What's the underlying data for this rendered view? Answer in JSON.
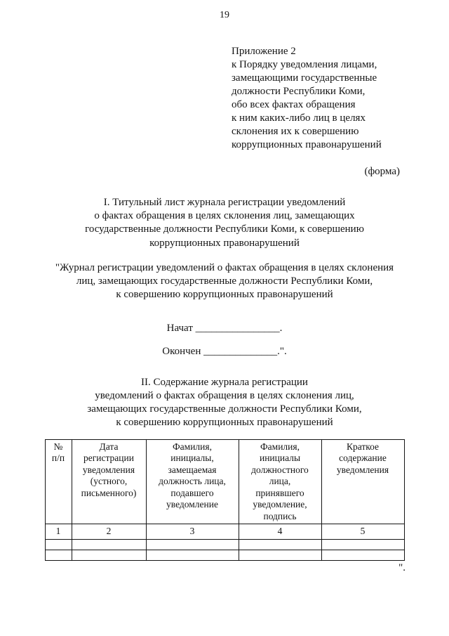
{
  "page_number": "19",
  "appendix": {
    "text": "Приложение 2\nк Порядку уведомления лицами,\nзамещающими государственные\nдолжности Республики Коми,\nобо всех фактах обращения\nк ним каких-либо лиц в целях\nсклонения их к совершению\nкоррупционных правонарушений",
    "form_label": "(форма)"
  },
  "section1": {
    "title": "I. Титульный лист журнала регистрации уведомлений\nо фактах обращения в целях склонения лиц, замещающих\nгосударственные должности Республики Коми, к совершению\nкоррупционных правонарушений",
    "journal_title": "\"Журнал регистрации уведомлений о фактах обращения в целях склонения\nлиц, замещающих государственные должности Республики Коми,\nк совершению коррупционных правонарушений",
    "started_line": "Начат ________________.",
    "finished_line": "Окончен ______________.\"."
  },
  "section2": {
    "title": "II. Содержание журнала регистрации\nуведомлений о фактах обращения в целях склонения лиц,\nзамещающих государственные должности Республики Коми,\nк совершению коррупционных правонарушений"
  },
  "table": {
    "headers": [
      "№\nп/п",
      "Дата\nрегистрации\nуведомления\n(устного,\nписьменного)",
      "Фамилия,\nинициалы,\nзамещаемая\nдолжность лица,\nподавшего\nуведомление",
      "Фамилия,\nинициалы\nдолжностного\nлица,\nпринявшего\nуведомление,\nподпись",
      "Краткое\nсодержание\nуведомления"
    ],
    "number_row": [
      "1",
      "2",
      "3",
      "4",
      "5"
    ]
  },
  "closing_mark": "\"."
}
